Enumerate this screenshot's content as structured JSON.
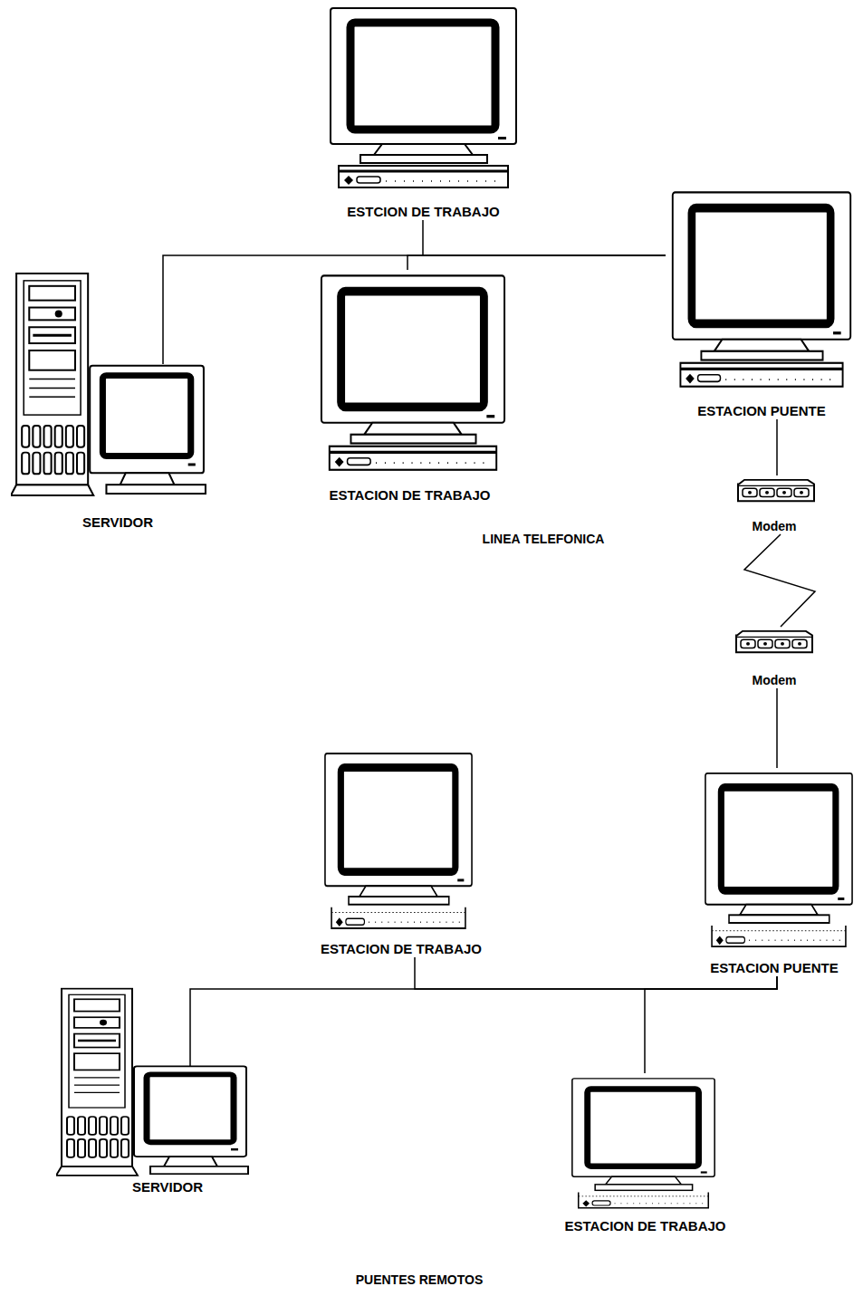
{
  "diagram": {
    "caption": "PUENTES REMOTOS",
    "nodes": [
      {
        "text": [
          "ESTCION DE TRABAJO"
        ]
      },
      {
        "text": [
          "ESTACION PUENTE"
        ]
      },
      {
        "text": [
          "SERVIDOR"
        ]
      },
      {
        "text": [
          "ESTACION DE TRABAJO"
        ]
      },
      {
        "text": [
          "Modem"
        ]
      },
      {
        "text": [
          "Modem"
        ]
      },
      {
        "text": [
          "ESTACION DE TRABAJO"
        ]
      },
      {
        "text": [
          "ESTACION PUENTE"
        ]
      },
      {
        "text": [
          "SERVIDOR"
        ]
      },
      {
        "text": [
          "ESTACION DE TRABAJO"
        ]
      }
    ],
    "edges": [
      {
        "from": 1,
        "to": 0,
        "arrow": "none"
      },
      {
        "from": 1,
        "to": 2,
        "arrow": "none"
      },
      {
        "from": 1,
        "to": 3,
        "arrow": "none"
      },
      {
        "from": 1,
        "to": 4,
        "arrow": "none"
      },
      {
        "from": 4,
        "to": 5,
        "arrow": "none"
      },
      {
        "from": 5,
        "to": 7,
        "arrow": "none"
      },
      {
        "from": 7,
        "to": 6,
        "arrow": "none"
      },
      {
        "from": 7,
        "to": 8,
        "arrow": "none"
      },
      {
        "from": 7,
        "to": 9,
        "arrow": "none"
      }
    ],
    "labels": [
      "LINEA TELEFONICA"
    ]
  }
}
